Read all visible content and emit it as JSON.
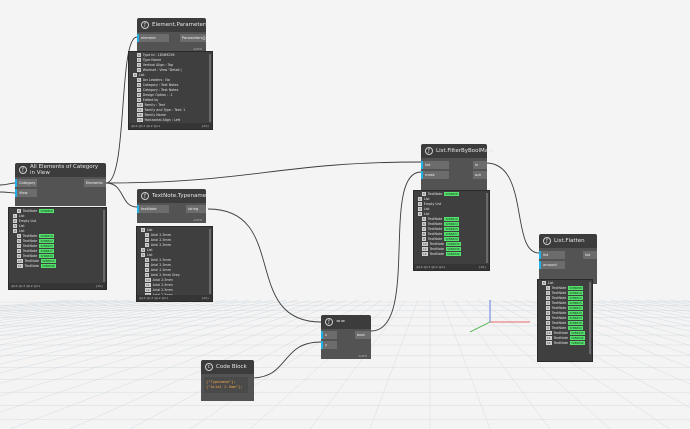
{
  "nodes": {
    "element_parameters": {
      "title": "Element.Parameters",
      "in_port": "element",
      "out_port": "Parameters[]",
      "lacing": "AUTO"
    },
    "all_elements": {
      "title": "All Elements of Category in View",
      "in_ports": [
        "Category",
        "View"
      ],
      "out_port": "Elements"
    },
    "textnote_typename": {
      "title": "TextNote.Typename",
      "in_port": "textNote",
      "out_port": "string"
    },
    "filter_by_bool_mask": {
      "title": "List.FilterByBoolMask",
      "in_ports": [
        "list",
        "mask"
      ],
      "out_ports": [
        "in",
        "out"
      ],
      "lacing": "AUTO"
    },
    "list_flatten": {
      "title": "List.Flatten",
      "in_ports": [
        "list",
        "amount"
      ],
      "out_port": "list",
      "lacing": "AUTO"
    },
    "equals": {
      "title": "==",
      "in_ports": [
        "x",
        "y"
      ],
      "out_port": "bool",
      "lacing": "AUTO"
    },
    "code_block": {
      "title": "Code Block",
      "lines": [
        "[\"Typename\"];",
        "[\"Arial 2.5mm\"];"
      ]
    }
  },
  "previews": {
    "params": {
      "rows": [
        "Type Id : 18569256",
        "Type Name",
        "Vertical Align : Top",
        "Workset : View \"Detail (",
        "List",
        "Arc Leaders : No",
        "Category : Text Notes",
        "Category : Text Notes",
        "Design Option : -1",
        "Edited by",
        "Family : Text",
        "Family and Type : Text: 1",
        "Family Name",
        "Horizontal Align : Left",
        "Keep Readable : Yes",
        "Left Attachment : Top"
      ],
      "footer": "@L4 @L3 @L2 @L1",
      "count": "{22}"
    },
    "elements": {
      "rows": [
        "TextNote",
        "List",
        "Empty List",
        "List",
        "List",
        "TextNote",
        "TextNote",
        "TextNote",
        "TextNote",
        "TextNote",
        "TextNote",
        "TextNote"
      ],
      "values": [
        "3286808",
        "",
        "",
        "",
        "",
        "3286819",
        "3286822",
        "3286825",
        "3286827",
        "3286829",
        "3286833",
        "3286836"
      ],
      "footer": "@L4 @L3 @L2 @L1",
      "count": "{10}"
    },
    "typename": {
      "rows": [
        "List",
        "Arial 2.5mm",
        "Arial 2.5mm",
        "Arial 2.5mm",
        "List",
        "List",
        "Arial 2.5mm",
        "Arial 2.5mm",
        "Arial 2.5mm",
        "Arial 2.5mm Grey",
        "Arial 2.5mm",
        "Arial 2.5mm",
        "Arial 2.5mm",
        "Arial 2.5mm",
        "Arial 3.5mm red",
        "Arial 3.5mm red",
        "Arial 3.5mm red"
      ],
      "footer": "@L4 @L3 @L2 @L1",
      "count": "{22}"
    },
    "filter": {
      "rows": [
        "TextNote",
        "List",
        "Empty List",
        "List",
        "List",
        "TextNote",
        "TextNote",
        "TextNote",
        "TextNote",
        "TextNote",
        "TextNote",
        "TextNote",
        "TextNote"
      ],
      "values": [
        "3286808",
        "",
        "",
        "",
        "",
        "3286819",
        "3286822",
        "3286825",
        "3286827",
        "3286829",
        "3286833",
        "3286836",
        "3286840"
      ],
      "footer": "@L4 @L3 @L2 @L1",
      "count": "{10}"
    },
    "flatten": {
      "rows": [
        "List",
        "TextNote",
        "TextNote",
        "TextNote",
        "TextNote",
        "TextNote",
        "TextNote",
        "TextNote",
        "TextNote",
        "TextNote",
        "TextNote",
        "TextNote",
        "TextNote"
      ],
      "values": [
        "",
        "3286808",
        "3286819",
        "3286822",
        "3286825",
        "3286827",
        "3286829",
        "3286833",
        "3286836",
        "3286840",
        "3286843",
        "3286846",
        "3286849"
      ]
    }
  },
  "colors": {
    "wire": "#3c3c3c",
    "port_in": "#1fb0e6",
    "value_badge": "#56e06e",
    "grid": "#cdd5dc",
    "axis_x": "#e04040",
    "axis_y": "#40b040",
    "axis_z": "#4060e0"
  }
}
